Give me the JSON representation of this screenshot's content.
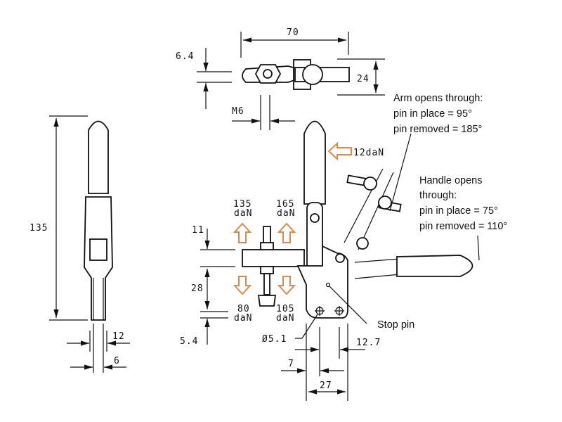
{
  "drawing": {
    "side_view": {
      "height": "135",
      "width_outer": "12",
      "width_inner": "6"
    },
    "top_view": {
      "length": "70",
      "thickness": "6.4",
      "width": "24",
      "thread": "M6"
    },
    "front_view": {
      "arm_thickness": "11",
      "spindle_height": "28",
      "base_offset": "5.4",
      "force_up_left": {
        "value": "135",
        "unit": "daN"
      },
      "force_up_right": {
        "value": "165",
        "unit": "daN"
      },
      "force_down_left": {
        "value": "80",
        "unit": "daN"
      },
      "force_down_right": {
        "value": "105",
        "unit": "daN"
      },
      "handle_force": "12daN",
      "hole_diameter": "Ø5.1",
      "hole_spacing": "12.7",
      "hole_edge": "7",
      "base_width": "27",
      "stop_pin_label": "Stop pin"
    },
    "arm_note": [
      "Arm opens through:",
      "pin in place = 95°",
      "pin removed = 185°"
    ],
    "handle_note": [
      "Handle opens",
      "through:",
      "pin in place = 75°",
      "pin removed = 110°"
    ],
    "colors": {
      "force_arrow": "#e0884a",
      "line": "#111111"
    }
  }
}
